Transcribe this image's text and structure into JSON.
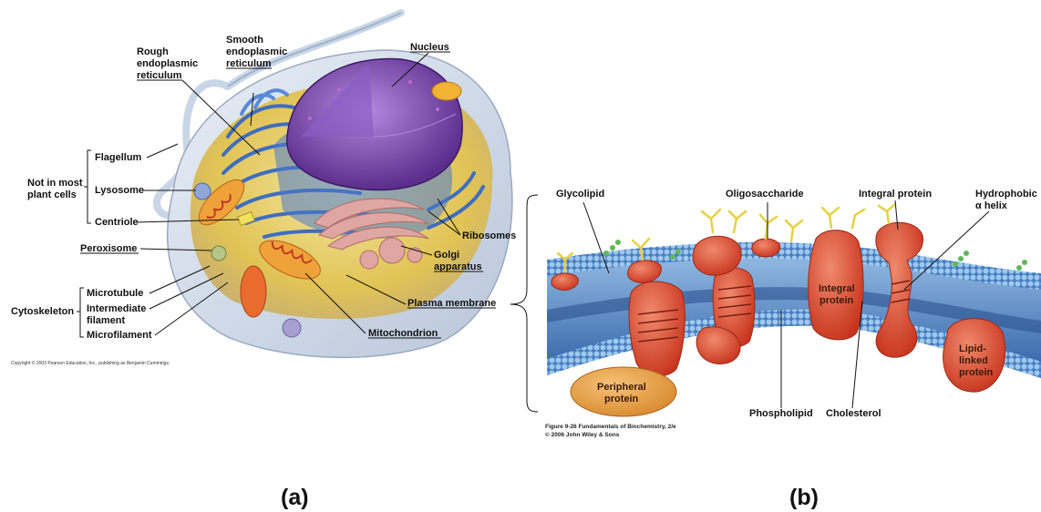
{
  "panel_a": {
    "caption": "(a)",
    "copyright": "Copyright © 2003 Pearson Education, Inc., publishing as Benjamin Cummings.",
    "labels": {
      "rough_er": [
        "Rough",
        "endoplasmic",
        "reticulum"
      ],
      "smooth_er": [
        "Smooth",
        "endoplasmic",
        "reticulum"
      ],
      "nucleus": "Nucleus",
      "flagellum": "Flagellum",
      "not_in_plants": [
        "Not in most",
        "plant cells"
      ],
      "lysosome": "Lysosome",
      "centriole": "Centriole",
      "peroxisome": "Peroxisome",
      "ribosomes": "Ribosomes",
      "golgi": [
        "Golgi",
        "apparatus"
      ],
      "plasma_membrane": "Plasma membrane",
      "cytoskeleton": "Cytoskeleton",
      "microtubule": "Microtubule",
      "intermediate_filament": [
        "Intermediate",
        "filament"
      ],
      "microfilament": "Microfilament",
      "mitochondrion": "Mitochondrion"
    }
  },
  "panel_b": {
    "caption": "(b)",
    "figure_credit": [
      "Figure 9-26  Fundamentals of Biochemistry, 2/e",
      "© 2006 John Wiley & Sons"
    ],
    "labels": {
      "glycolipid": "Glycolipid",
      "oligosaccharide": "Oligosaccharide",
      "integral_protein_top": "Integral protein",
      "hydrophobic_helix": [
        "Hydrophobic",
        "α helix"
      ],
      "integral_protein_inner": [
        "Integral",
        "protein"
      ],
      "lipid_linked_protein": [
        "Lipid-",
        "linked",
        "protein"
      ],
      "peripheral_protein": [
        "Peripheral",
        "protein"
      ],
      "phospholipid": "Phospholipid",
      "cholesterol": "Cholesterol"
    }
  },
  "colors": {
    "nucleus": "#7a4aa8",
    "er": "#4a78c8",
    "cytoplasm": "#e6c860",
    "membrane_heads": "#7fb0dc",
    "membrane_core": "#3d6db0",
    "protein": "#e0533a",
    "peripheral": "#eba046",
    "glycan": "#e8d040"
  }
}
